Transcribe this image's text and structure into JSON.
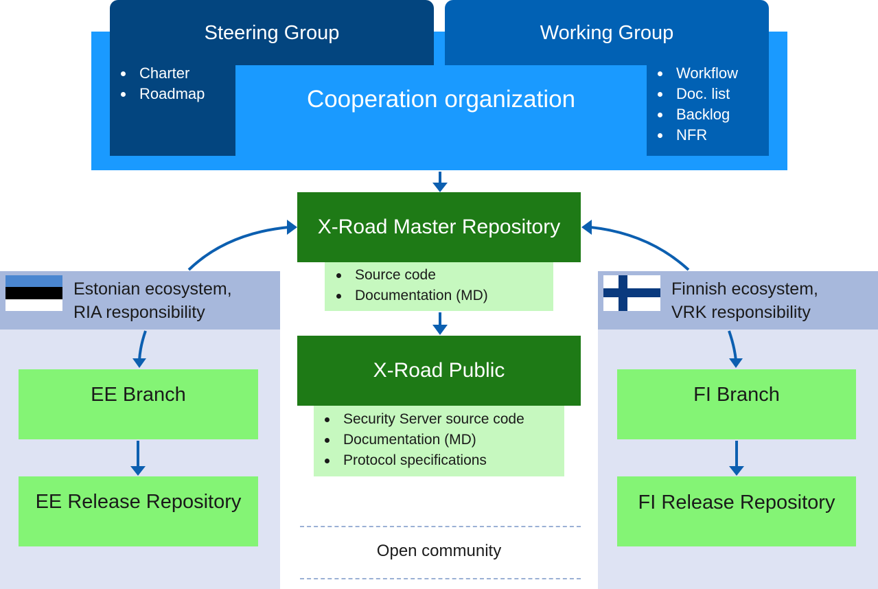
{
  "cooperation": {
    "title": "Cooperation organization",
    "steering_group": {
      "title": "Steering Group",
      "items": [
        "Charter",
        "Roadmap"
      ]
    },
    "working_group": {
      "title": "Working Group",
      "items": [
        "Workflow",
        "Doc. list",
        "Backlog",
        "NFR"
      ]
    }
  },
  "master": {
    "title": "X-Road Master Repository",
    "items": [
      "Source code",
      "Documentation (MD)"
    ]
  },
  "public": {
    "title": "X-Road Public",
    "items": [
      "Security Server  source code",
      "Documentation (MD)",
      "Protocol specifications"
    ]
  },
  "open_community": {
    "label": "Open community"
  },
  "estonia": {
    "header_line1": "Estonian ecosystem,",
    "header_line2": "RIA responsibility",
    "branch": "EE Branch",
    "release": "EE Release Repository"
  },
  "finland": {
    "header_line1": "Finnish ecosystem,",
    "header_line2": "VRK responsibility",
    "branch": "FI Branch",
    "release": "FI Release Repository"
  },
  "colors": {
    "coop_blue": "#1a9aff",
    "steering_blue": "#03457f",
    "working_blue": "#0161b4",
    "green_dark": "#1e7a16",
    "green_light": "#84f475",
    "green_pale": "#c6f8bf",
    "eco_header": "#a7b8dc",
    "eco_body": "#dee3f3",
    "arrow": "#0c5fb0"
  }
}
